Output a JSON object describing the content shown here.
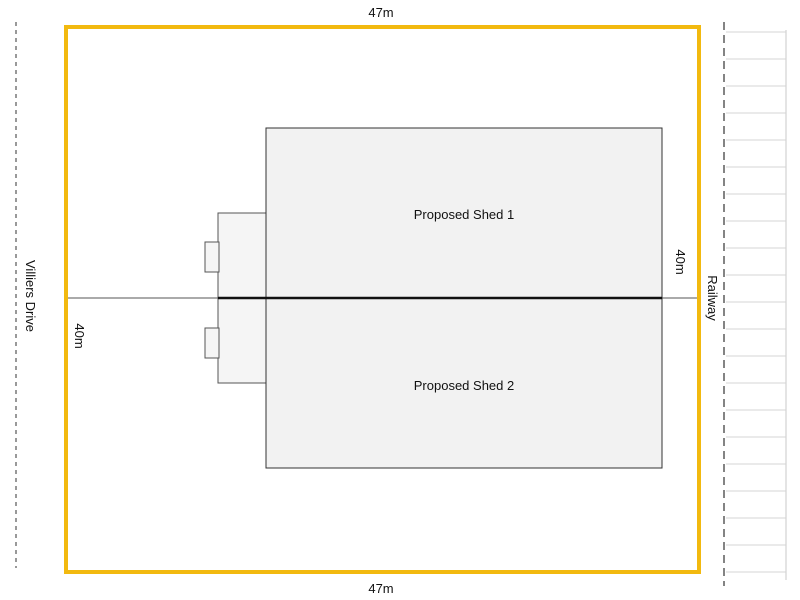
{
  "site": {
    "top_dimension": "47m",
    "bottom_dimension": "47m",
    "left_dimension": "40m",
    "right_dimension": "40m",
    "west_boundary_label": "Villiers Drive",
    "east_boundary_label": "Railway",
    "boundary_color": "#f2b90f"
  },
  "buildings": {
    "shed_1_label": "Proposed Shed 1",
    "shed_2_label": "Proposed Shed 2",
    "shed_fill": "#f2f2f2",
    "annex_fill": "#f5f5f5"
  }
}
